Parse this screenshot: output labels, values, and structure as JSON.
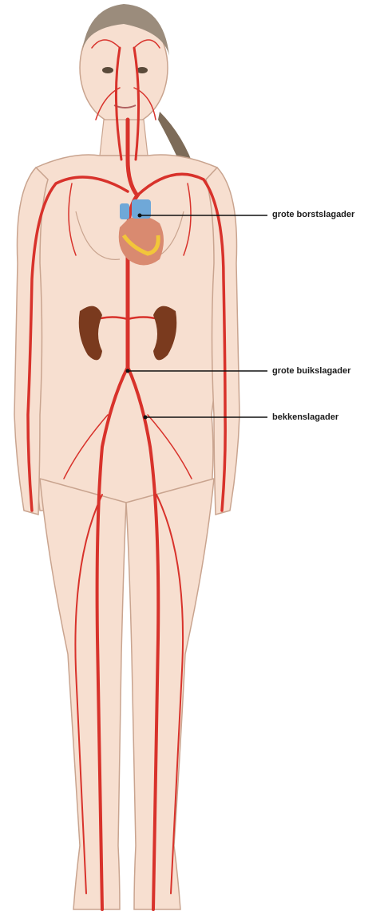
{
  "labels": [
    {
      "id": "aorta",
      "text": "grote borstslagader"
    },
    {
      "id": "abdominal-aorta",
      "text": "grote buikslagader"
    },
    {
      "id": "iliac-artery",
      "text": "bekkenslagader"
    }
  ],
  "colors": {
    "skin": "#f7dfd0",
    "skin_outline": "#c9a48f",
    "artery": "#d8322b",
    "kidney": "#7a3a1e",
    "heart_fat": "#f2c63a",
    "heart_vessel": "#6fa8d8",
    "hair": "#8a7a6a",
    "leader_line": "#111111"
  }
}
